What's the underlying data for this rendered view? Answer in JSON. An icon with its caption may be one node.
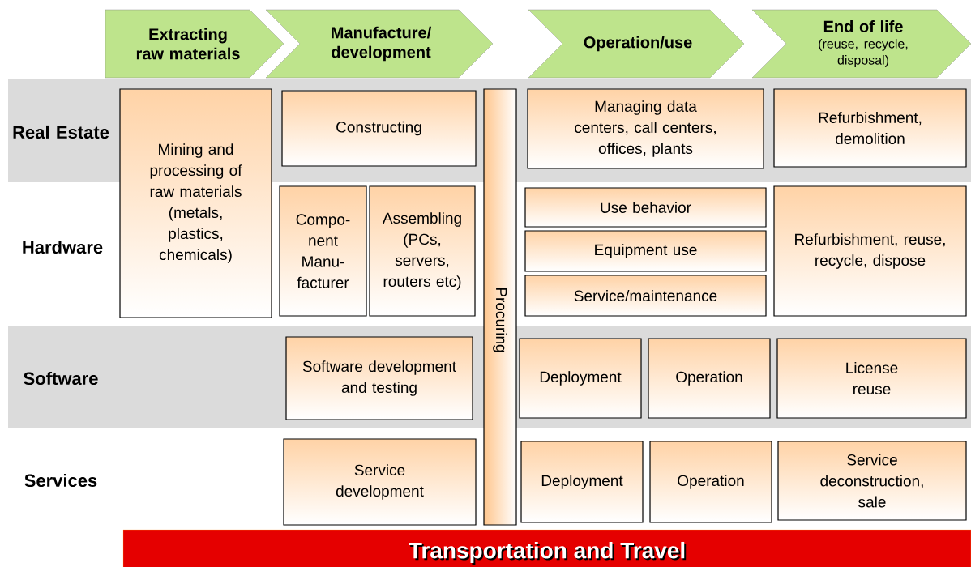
{
  "diagram": {
    "nodes": [
      {
        "text": [
          "Extracting raw materials"
        ]
      },
      {
        "text": [
          "Manufacture/ development"
        ]
      },
      {
        "text": [
          "Operation/use"
        ]
      },
      {
        "text": [
          "End of life",
          "(reuse, recycle, disposal)"
        ]
      },
      {
        "text": [
          "Mining and processing of raw materials (metals, plastics, chemicals)"
        ]
      },
      {
        "text": [
          "Constructing"
        ]
      },
      {
        "text": [
          "Procuring"
        ]
      },
      {
        "text": [
          "Managing data centers, call centers, offices, plants"
        ]
      },
      {
        "text": [
          "Refurbishment, demolition"
        ]
      },
      {
        "text": [
          "Compo- nent Manu- facturer"
        ]
      },
      {
        "text": [
          "Assembling (PCs, servers, routers etc)"
        ]
      },
      {
        "text": [
          "Use behavior"
        ]
      },
      {
        "text": [
          "Equipment use"
        ]
      },
      {
        "text": [
          "Service/maintenance"
        ]
      },
      {
        "text": [
          "Refurbishment, reuse, recycle, dispose"
        ]
      },
      {
        "text": [
          "Software development and testing"
        ]
      },
      {
        "text": [
          "Deployment"
        ]
      },
      {
        "text": [
          "Operation"
        ]
      },
      {
        "text": [
          "License reuse"
        ]
      },
      {
        "text": [
          "Service development"
        ]
      },
      {
        "text": [
          "Deployment"
        ]
      },
      {
        "text": [
          "Operation"
        ]
      },
      {
        "text": [
          "Service deconstruction, sale"
        ]
      },
      {
        "text": [
          "Transportation and Travel"
        ]
      }
    ],
    "labels": [
      "Real Estate",
      "Hardware",
      "Software",
      "Services"
    ]
  }
}
